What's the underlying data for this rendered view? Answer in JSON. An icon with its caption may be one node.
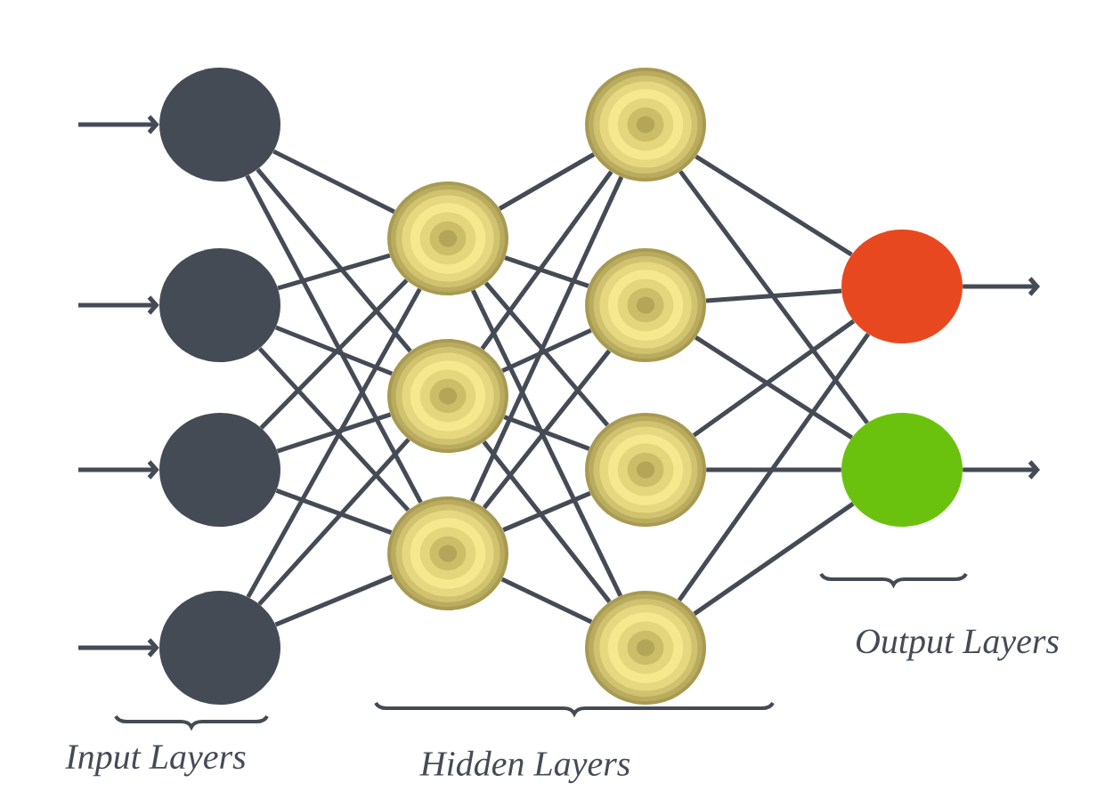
{
  "diagram": {
    "nodes": [
      {
        "text": [],
        "shape": "circle"
      },
      {
        "text": [],
        "shape": "circle"
      },
      {
        "text": [],
        "shape": "circle"
      },
      {
        "text": [],
        "shape": "circle"
      },
      {
        "text": [],
        "shape": "circle"
      },
      {
        "text": [],
        "shape": "circle"
      },
      {
        "text": [],
        "shape": "circle"
      },
      {
        "text": [],
        "shape": "circle"
      },
      {
        "text": [],
        "shape": "circle"
      },
      {
        "text": [],
        "shape": "circle"
      },
      {
        "text": [],
        "shape": "circle"
      },
      {
        "text": [],
        "shape": "circle"
      },
      {
        "text": [],
        "shape": "circle"
      }
    ],
    "edges": [
      {
        "from": null,
        "to": 0,
        "arrow": "to"
      },
      {
        "from": null,
        "to": 1,
        "arrow": "to"
      },
      {
        "from": null,
        "to": 2,
        "arrow": "to"
      },
      {
        "from": null,
        "to": 3,
        "arrow": "to"
      },
      {
        "from": 0,
        "to": 4,
        "arrow": "none"
      },
      {
        "from": 0,
        "to": 5,
        "arrow": "none"
      },
      {
        "from": 0,
        "to": 6,
        "arrow": "none"
      },
      {
        "from": 1,
        "to": 4,
        "arrow": "none"
      },
      {
        "from": 1,
        "to": 5,
        "arrow": "none"
      },
      {
        "from": 1,
        "to": 6,
        "arrow": "none"
      },
      {
        "from": 2,
        "to": 4,
        "arrow": "none"
      },
      {
        "from": 2,
        "to": 5,
        "arrow": "none"
      },
      {
        "from": 2,
        "to": 6,
        "arrow": "none"
      },
      {
        "from": 3,
        "to": 4,
        "arrow": "none"
      },
      {
        "from": 3,
        "to": 5,
        "arrow": "none"
      },
      {
        "from": 3,
        "to": 6,
        "arrow": "none"
      },
      {
        "from": 4,
        "to": 7,
        "arrow": "none"
      },
      {
        "from": 4,
        "to": 8,
        "arrow": "none"
      },
      {
        "from": 4,
        "to": 9,
        "arrow": "none"
      },
      {
        "from": 4,
        "to": 10,
        "arrow": "none"
      },
      {
        "from": 5,
        "to": 7,
        "arrow": "none"
      },
      {
        "from": 5,
        "to": 8,
        "arrow": "none"
      },
      {
        "from": 5,
        "to": 9,
        "arrow": "none"
      },
      {
        "from": 5,
        "to": 10,
        "arrow": "none"
      },
      {
        "from": 6,
        "to": 7,
        "arrow": "none"
      },
      {
        "from": 6,
        "to": 8,
        "arrow": "none"
      },
      {
        "from": 6,
        "to": 9,
        "arrow": "none"
      },
      {
        "from": 6,
        "to": 10,
        "arrow": "none"
      },
      {
        "from": 7,
        "to": 11,
        "arrow": "none"
      },
      {
        "from": 7,
        "to": 12,
        "arrow": "none"
      },
      {
        "from": 8,
        "to": 11,
        "arrow": "none"
      },
      {
        "from": 8,
        "to": 12,
        "arrow": "none"
      },
      {
        "from": 9,
        "to": 11,
        "arrow": "none"
      },
      {
        "from": 9,
        "to": 12,
        "arrow": "none"
      },
      {
        "from": 10,
        "to": 11,
        "arrow": "none"
      },
      {
        "from": 10,
        "to": 12,
        "arrow": "none"
      },
      {
        "from": 11,
        "to": null,
        "arrow": "to"
      },
      {
        "from": 12,
        "to": null,
        "arrow": "to"
      }
    ],
    "labels": [
      "Output Layers",
      "Input Layers",
      "Hidden Layers"
    ]
  }
}
